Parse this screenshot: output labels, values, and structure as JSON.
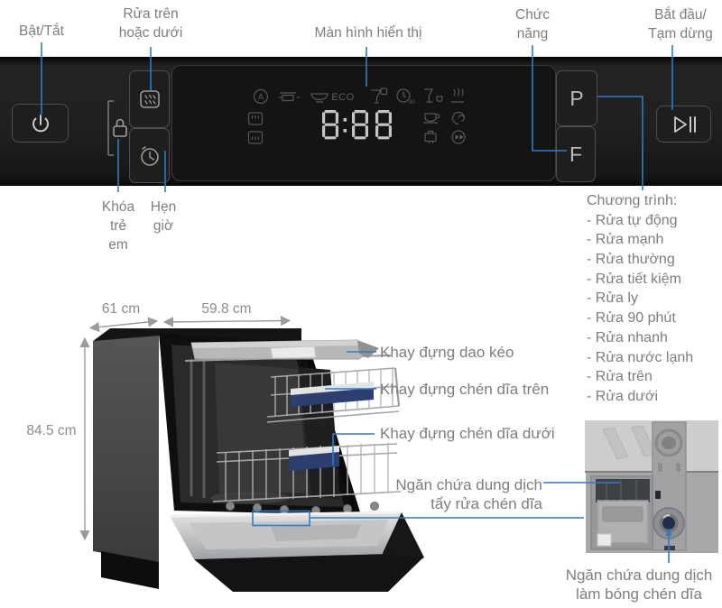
{
  "panel_annotations": {
    "power": "Bật/Tắt",
    "half_load": [
      "Rửa trên",
      "hoặc dưới"
    ],
    "display": "Màn hình hiển thị",
    "function": [
      "Chức",
      "năng"
    ],
    "start_pause": [
      "Bắt đầu/",
      "Tạm dừng"
    ],
    "child_lock": [
      "Khóa",
      "trẻ",
      "em"
    ],
    "timer": [
      "Hẹn",
      "giờ"
    ]
  },
  "panel": {
    "program_button": "P",
    "function_button": "F",
    "display_value": "8:88",
    "eco_label": "ECO",
    "display_icons": [
      "auto-program",
      "pot-pan",
      "bowl",
      "eco",
      "glass-care",
      "delay-90h",
      "glassware",
      "extra-dry",
      "upper-rack",
      "lower-rack",
      "cup",
      "intensive-zone",
      "detergent-box",
      "fast-plus"
    ]
  },
  "programs": {
    "title": "Chương trình:",
    "items": [
      "- Rửa tự động",
      "- Rửa mạnh",
      "- Rửa thường",
      "- Rửa tiết kiệm",
      "- Rửa ly",
      "- Rửa 90 phút",
      "- Rửa nhanh",
      "- Rửa nước lạnh",
      "- Rửa trên",
      "- Rửa dưới"
    ]
  },
  "dimensions": {
    "depth": "61 cm",
    "width": "59.8 cm",
    "height": "84.5 cm"
  },
  "parts": {
    "cutlery_tray": "Khay đựng dao kéo",
    "upper_rack": "Khay đựng chén dĩa trên",
    "lower_rack": "Khay đựng chén dĩa dưới",
    "detergent": [
      "Ngăn chứa dung dịch",
      "tẩy rửa chén dĩa"
    ],
    "rinse_aid": [
      "Ngăn chứa dung dịch",
      "làm bóng chén dĩa"
    ]
  },
  "colors": {
    "accent_blue": "#2e7cc4",
    "label_grey": "#7e7e7e",
    "panel_black": "#1c1c1d",
    "rack_blue": "#2c3f6e"
  }
}
